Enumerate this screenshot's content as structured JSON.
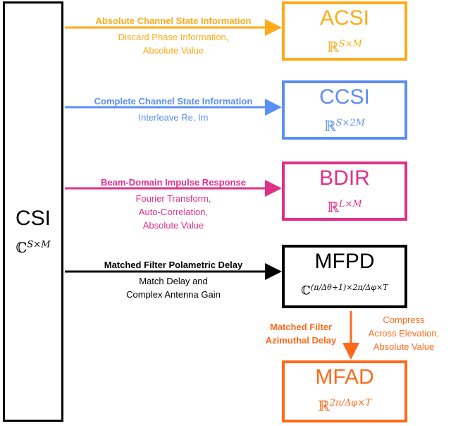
{
  "colors": {
    "acsi": "#ffaa1a",
    "ccsi": "#5b8ff5",
    "bdir": "#e0308a",
    "mfpd": "#000000",
    "mfad": "#ff6a1a"
  },
  "source": {
    "title": "CSI",
    "space": "ℂ",
    "space_exp": "S×M"
  },
  "boxes": {
    "acsi": {
      "title": "ACSI",
      "space": "ℝ",
      "space_exp": "S×M"
    },
    "ccsi": {
      "title": "CCSI",
      "space": "ℝ",
      "space_exp": "S×2M"
    },
    "bdir": {
      "title": "BDIR",
      "space": "ℝ",
      "space_exp": "L×M"
    },
    "mfpd": {
      "title": "MFPD",
      "space": "ℂ",
      "space_exp": "(π/Δθ+1)×2π/Δφ×T"
    },
    "mfad": {
      "title": "MFAD",
      "space": "ℝ",
      "space_exp": "2π/Δφ×T"
    }
  },
  "arrows": {
    "acsi": {
      "head": "Absolute Channel State Information",
      "line1": "Discard Phase Information,",
      "line2": "Absolute Value"
    },
    "ccsi": {
      "head": "Complete Channel State Information",
      "line1": "Interleave Re, Im"
    },
    "bdir": {
      "head": "Beam-Domain Impulse Response",
      "line1": "Fourier Transform,",
      "line2": "Auto-Correlation,",
      "line3": "Absolute Value"
    },
    "mfpd": {
      "head": "Matched Filter Polametric Delay",
      "line1": "Match Delay and",
      "line2": "Complex Antenna Gain"
    },
    "mfad": {
      "head1": "Matched Filter",
      "head2": "Azimuthal Delay",
      "line1": "Compress",
      "line2": "Across Elevation,",
      "line3": "Absolute Value"
    }
  }
}
